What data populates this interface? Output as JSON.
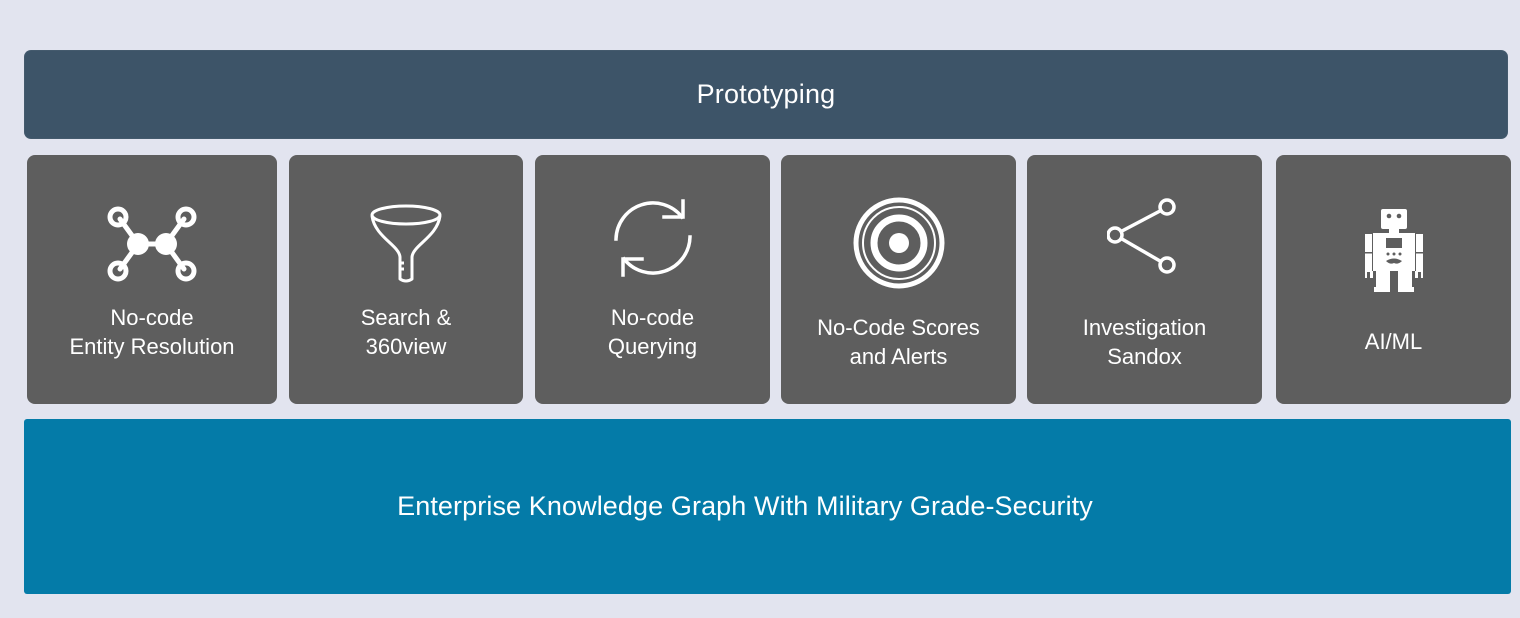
{
  "colors": {
    "background": "#e2e4ef",
    "top_bar": "#3d5468",
    "tile": "#5e5e5e",
    "bottom_bar": "#047ba8",
    "text": "#ffffff"
  },
  "top_bar": {
    "label": "Prototyping"
  },
  "tiles": [
    {
      "icon": "graph-nodes-icon",
      "label": "No-code\nEntity Resolution"
    },
    {
      "icon": "funnel-icon",
      "label": "Search &\n360view"
    },
    {
      "icon": "refresh-icon",
      "label": "No-code\nQuerying"
    },
    {
      "icon": "target-icon",
      "label": "No-Code Scores\nand Alerts"
    },
    {
      "icon": "share-icon",
      "label": "Investigation\nSandox"
    },
    {
      "icon": "robot-icon",
      "label": "AI/ML"
    }
  ],
  "bottom_bar": {
    "label": "Enterprise Knowledge Graph With Military Grade-Security"
  }
}
